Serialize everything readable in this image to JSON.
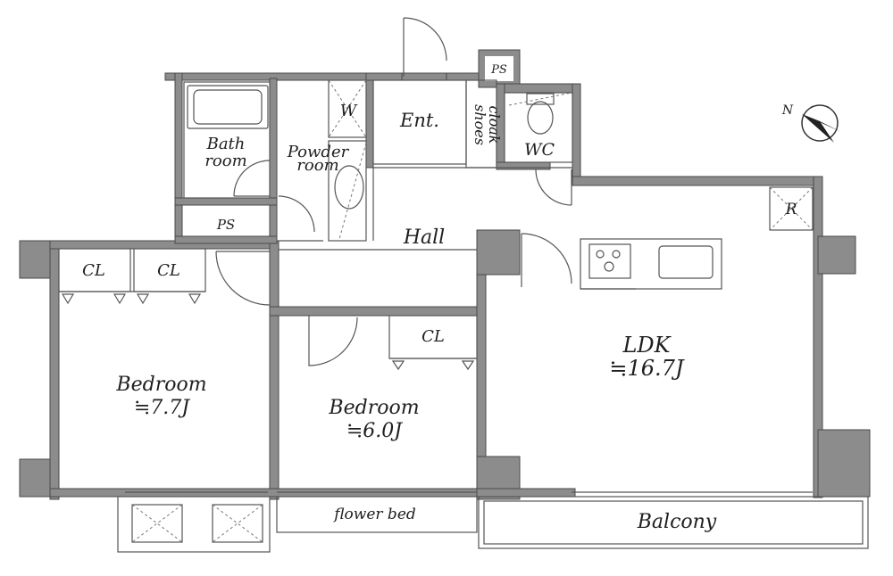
{
  "labels": {
    "bath": "Bath",
    "bath_room": "room",
    "powder": "Powder",
    "powder_room": "room",
    "washer": "W",
    "entrance": "Ent.",
    "shoes": "shoes",
    "cloak": "cloak",
    "ps_top": "PS",
    "ps_left": "PS",
    "wc": "WC",
    "hall": "Hall",
    "refrigerator": "R",
    "cl_1": "CL",
    "cl_2": "CL",
    "cl_3": "CL",
    "bedroom1_name": "Bedroom",
    "bedroom1_size": "≒7.7J",
    "bedroom2_name": "Bedroom",
    "bedroom2_size": "≒6.0J",
    "ldk_name": "LDK",
    "ldk_size": "≒16.7J",
    "flower_bed": "flower bed",
    "balcony": "Balcony",
    "north": "N"
  },
  "colors": {
    "wall_fill": "#8c8c8c",
    "line": "#555555",
    "background": "#ffffff"
  }
}
